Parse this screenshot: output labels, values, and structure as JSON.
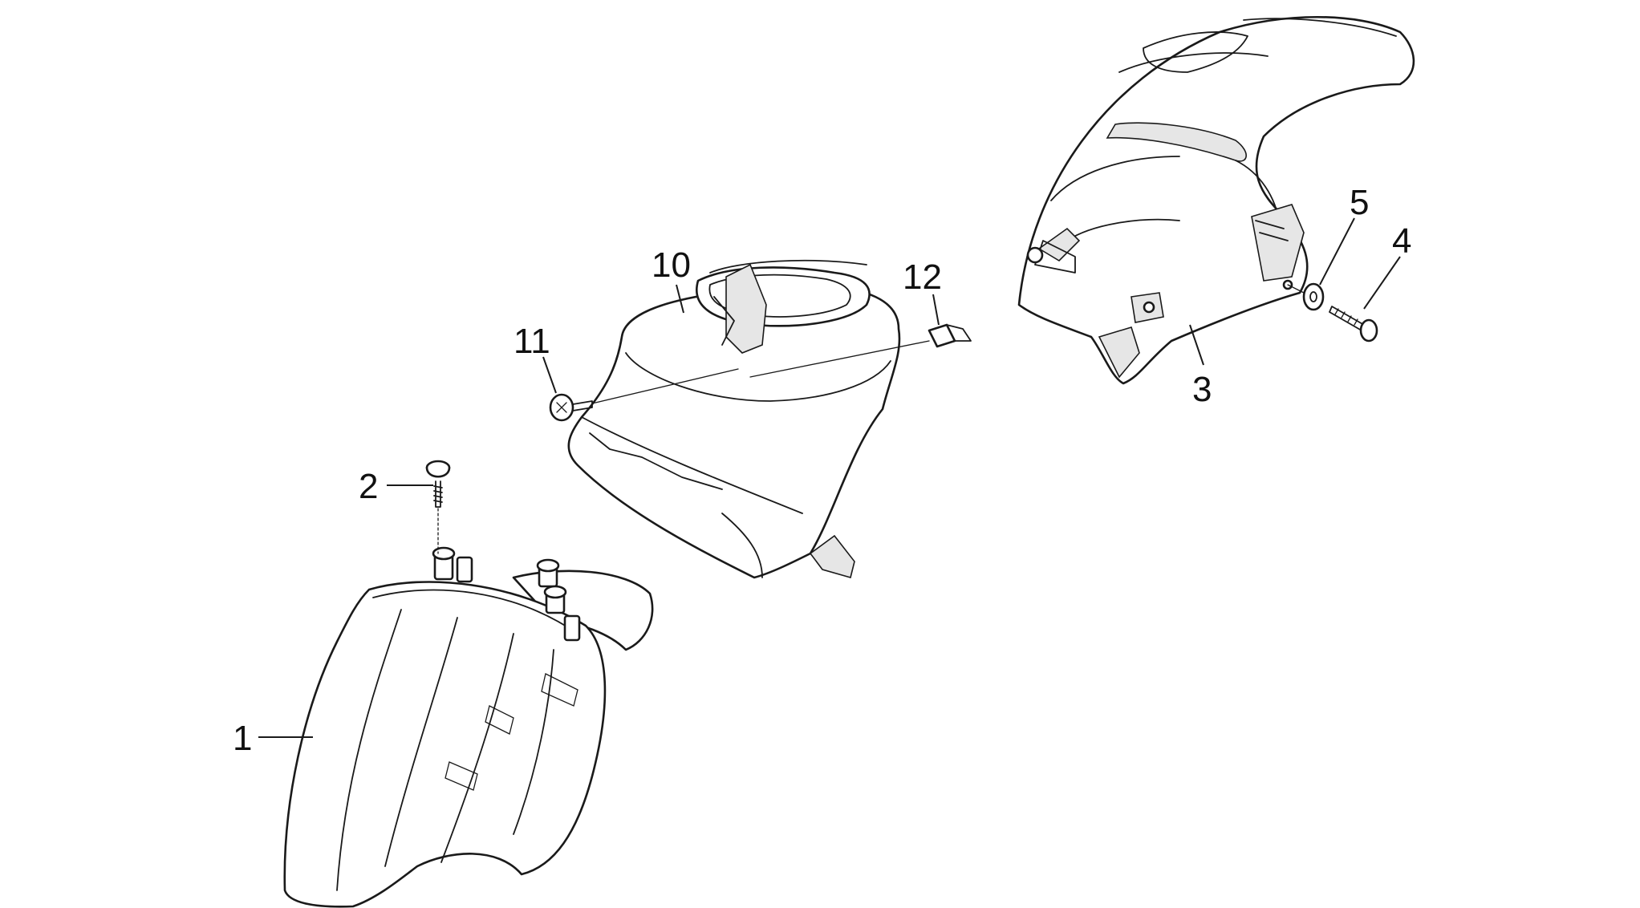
{
  "diagram": {
    "callouts": [
      {
        "id": "1",
        "label": "1"
      },
      {
        "id": "2",
        "label": "2"
      },
      {
        "id": "3",
        "label": "3"
      },
      {
        "id": "4",
        "label": "4"
      },
      {
        "id": "5",
        "label": "5"
      },
      {
        "id": "10",
        "label": "10"
      },
      {
        "id": "11",
        "label": "11"
      },
      {
        "id": "12",
        "label": "12"
      }
    ],
    "colors": {
      "line": "#1a1a1a",
      "background": "#ffffff",
      "shade": "#e6e6e6"
    }
  }
}
